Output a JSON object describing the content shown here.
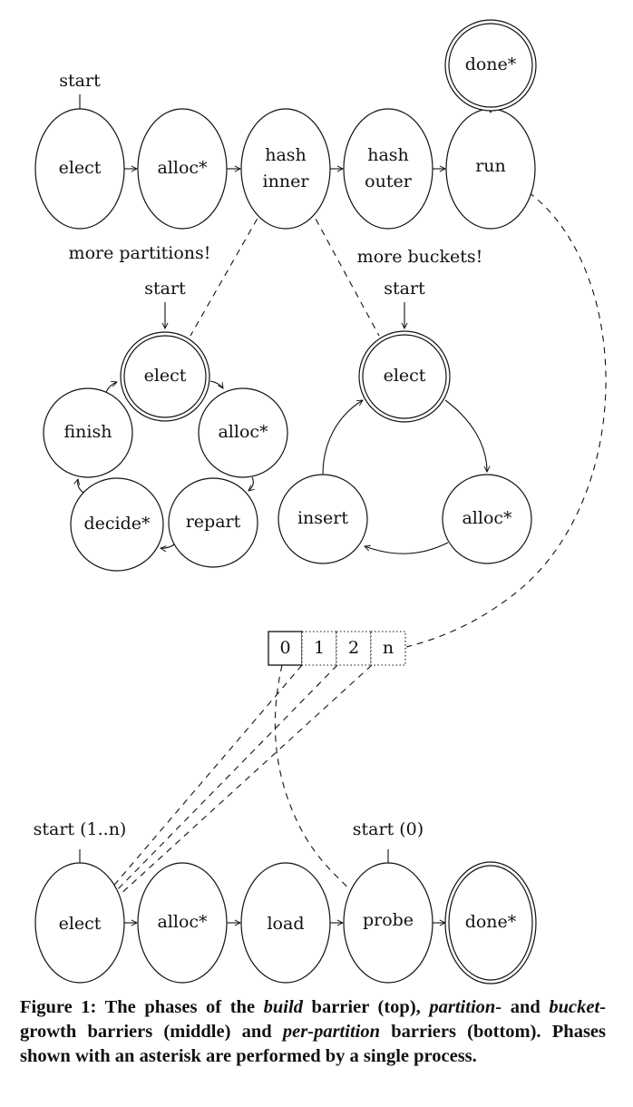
{
  "build_barrier": {
    "start_label": "start",
    "phases": [
      {
        "id": "elect",
        "lines": [
          "elect"
        ],
        "final": false
      },
      {
        "id": "alloc",
        "lines": [
          "alloc*"
        ],
        "final": false
      },
      {
        "id": "hash_inner",
        "lines": [
          "hash",
          "inner"
        ],
        "final": false
      },
      {
        "id": "hash_outer",
        "lines": [
          "hash",
          "outer"
        ],
        "final": false
      },
      {
        "id": "run",
        "lines": [
          "run"
        ],
        "final": false
      },
      {
        "id": "done",
        "lines": [
          "done*"
        ],
        "final": true
      }
    ]
  },
  "partition_growth_barrier": {
    "trigger_label": "more partitions!",
    "start_label": "start",
    "phases": [
      {
        "id": "elect",
        "lines": [
          "elect"
        ],
        "final": true
      },
      {
        "id": "alloc",
        "lines": [
          "alloc*"
        ],
        "final": false
      },
      {
        "id": "repart",
        "lines": [
          "repart"
        ],
        "final": false
      },
      {
        "id": "decide",
        "lines": [
          "decide*"
        ],
        "final": false
      },
      {
        "id": "finish",
        "lines": [
          "finish"
        ],
        "final": false
      }
    ]
  },
  "bucket_growth_barrier": {
    "trigger_label": "more buckets!",
    "start_label": "start",
    "phases": [
      {
        "id": "elect",
        "lines": [
          "elect"
        ],
        "final": true
      },
      {
        "id": "alloc",
        "lines": [
          "alloc*"
        ],
        "final": false
      },
      {
        "id": "insert",
        "lines": [
          "insert"
        ],
        "final": false
      }
    ]
  },
  "partition_array": {
    "cells": [
      {
        "label": "0",
        "style": "solid"
      },
      {
        "label": "1",
        "style": "dotted"
      },
      {
        "label": "2",
        "style": "dotted"
      },
      {
        "label": "n",
        "style": "dotted"
      }
    ]
  },
  "per_partition_barrier": {
    "start_label_elect": "start (1..n)",
    "start_label_probe": "start (0)",
    "phases": [
      {
        "id": "elect",
        "lines": [
          "elect"
        ],
        "final": false
      },
      {
        "id": "alloc",
        "lines": [
          "alloc*"
        ],
        "final": false
      },
      {
        "id": "load",
        "lines": [
          "load"
        ],
        "final": false
      },
      {
        "id": "probe",
        "lines": [
          "probe"
        ],
        "final": false
      },
      {
        "id": "done",
        "lines": [
          "done*"
        ],
        "final": true
      }
    ]
  },
  "caption": {
    "prefix": "Figure 1: The phases of the ",
    "build": "build",
    "part1": " barrier (top), ",
    "partition": "partition",
    "part2": "- and ",
    "bucket": "bucket",
    "part3": "-growth barriers (middle) and ",
    "per_partition": "per-partition",
    "part4": " barriers (bottom). Phases shown with an asterisk are performed by a single process."
  }
}
